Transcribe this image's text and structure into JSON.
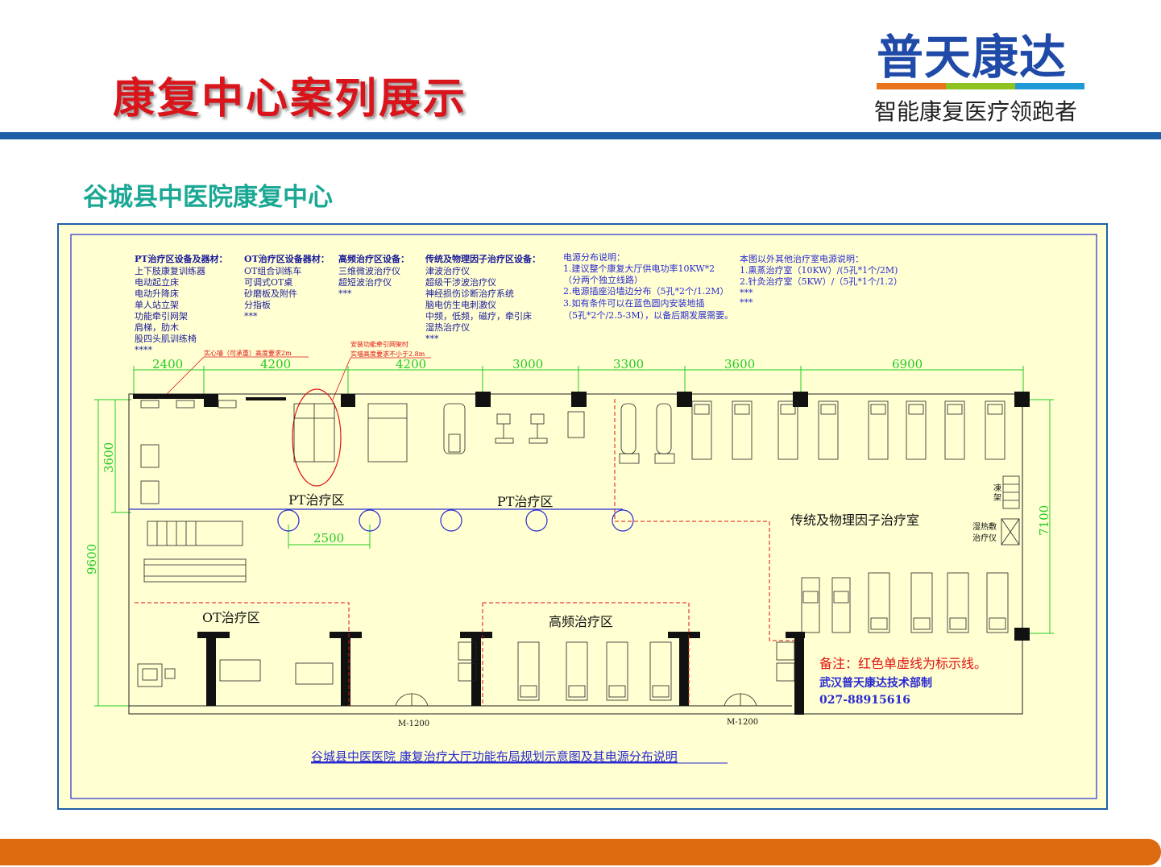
{
  "page": {
    "title": "康复中心案列展示",
    "subtitle": "谷城县中医院康复中心"
  },
  "logo": {
    "name": "普天康达",
    "slogan": "智能康复医疗领跑者",
    "bar_colors": [
      "#e8741c",
      "#8dc21f",
      "#1f9ad6"
    ]
  },
  "colors": {
    "accent_red": "#d9141b",
    "subtitle_teal": "#1aa894",
    "header_blue": "#1f5fa8",
    "footer_orange": "#dc6a10",
    "plan_bg": "#ffffd2",
    "dim_green": "#22cc22",
    "annotation_blue": "#2a2ad0"
  },
  "equipment_lists": [
    {
      "heading": "PT治疗区设备及器材：",
      "items": [
        "上下肢康复训练器",
        "电动起立床",
        "电动升降床",
        "单人站立架",
        "功能牵引网架",
        "肩梯，肋木",
        "股四头肌训练椅",
        "****"
      ]
    },
    {
      "heading": "OT治疗区设备器材：",
      "items": [
        "OT组合训练车",
        "可调式OT桌",
        "砂磨板及附件",
        "分指板",
        "***"
      ]
    },
    {
      "heading": "高频治疗区设备：",
      "items": [
        "三维微波治疗仪",
        "超短波治疗仪",
        "***"
      ]
    },
    {
      "heading": "传统及物理因子治疗区设备：",
      "items": [
        "津波治疗仪",
        "超级干涉波治疗仪",
        "神经损伤诊断治疗系统",
        "脑电仿生电刺激仪",
        "中频，低频，磁疗，牵引床",
        "湿热治疗仪",
        "***"
      ]
    }
  ],
  "power_notes": {
    "heading": "电源分布说明：",
    "lines": [
      "1.建议整个康复大厅供电功率10KW*2",
      "（分两个独立线路）",
      "2.电源插座沿墙边分布（5孔*2个/1.2M）",
      "3.如有条件可以在蓝色圆内安装地插",
      "（5孔*2个/2.5-3M），以备后期发展需要。"
    ]
  },
  "other_rooms": {
    "heading": "本图以外其他治疗室电源说明：",
    "lines": [
      "1.熏蒸治疗室（10KW）/(5孔*1个/2M)",
      "2.针灸治疗室（5KW）/（5孔*1个/1.2）",
      "***",
      "***"
    ]
  },
  "wall_notes": [
    "实心墙（可承重）高度要求2m",
    "安装功能牵引网架时",
    "实墙高度要求不小于2.8m"
  ],
  "dimensions": {
    "top": [
      "2400",
      "4200",
      "4200",
      "3000",
      "3300",
      "3600",
      "6900"
    ],
    "left_upper": "3600",
    "left_total": "9600",
    "right": "7100",
    "circle_spacing": "2500"
  },
  "zones": {
    "pt_left": "PT治疗区",
    "pt_right": "PT治疗区",
    "traditional": "传统及物理因子治疗室",
    "ot": "OT治疗区",
    "hf": "高频治疗区"
  },
  "side_labels": {
    "rack_a": "凍",
    "rack_b": "架",
    "humid_a": "湿热敷",
    "humid_b": "治疗仪"
  },
  "doors": [
    "M-1200",
    "M-1200"
  ],
  "remark": "备注：红色单虚线为标示线。",
  "company": "武汉普天康达技术部制",
  "phone": "027-88915616",
  "caption": "谷城县中医医院  康复治疗大厅功能布局规划示意图及其电源分布说明"
}
